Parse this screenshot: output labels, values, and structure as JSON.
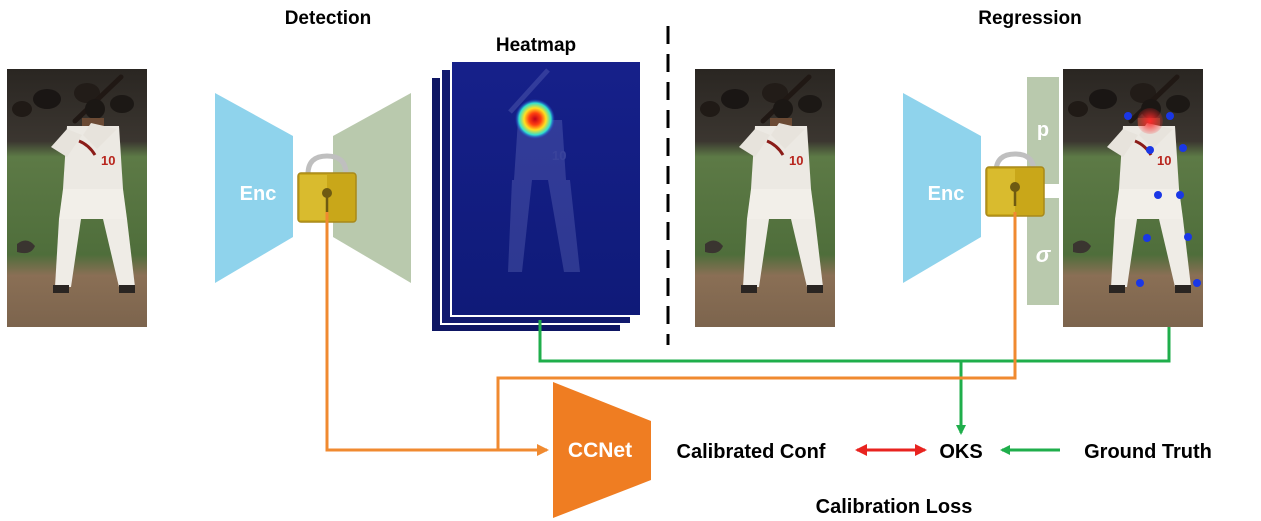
{
  "headings": {
    "detection": "Detection",
    "regression": "Regression",
    "heatmap": "Heatmap"
  },
  "labels": {
    "enc_detection": "Enc",
    "enc_regression": "Enc",
    "p": "p",
    "sigma": "σ",
    "ccnet": "CCNet",
    "calibrated_conf": "Calibrated Conf",
    "oks": "OKS",
    "ground_truth": "Ground Truth",
    "calibration_loss": "Calibration Loss"
  },
  "colors": {
    "encoder": "#8fd3ec",
    "decoder": "#b9c9ad",
    "lock": "#c9a719",
    "ccnet": "#ef7d22",
    "orange_path": "#f08a30",
    "green_path": "#1fae4b",
    "red_arrow": "#e8231f",
    "heatmap_dark": "#0e1663",
    "keypoint": "#1a37e6"
  }
}
